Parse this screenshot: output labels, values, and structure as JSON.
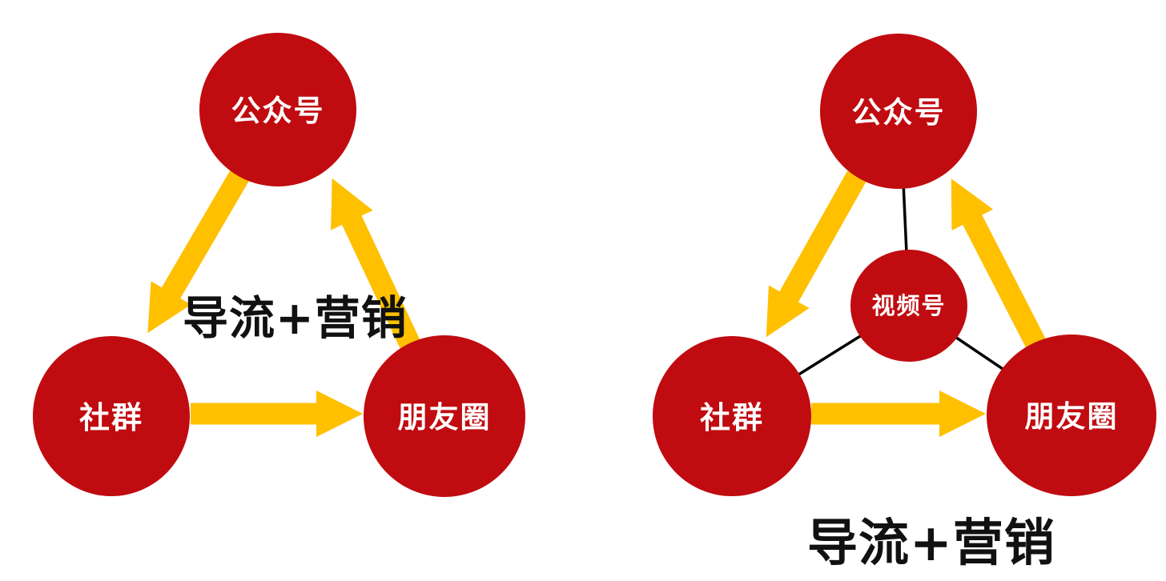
{
  "colors": {
    "node_red": "#c00b10",
    "arrow_yellow": "#ffc000",
    "connector_black": "#000000",
    "label_white": "#ffffff",
    "caption_black": "#111111"
  },
  "diagram_left": {
    "caption": "导流+营销",
    "nodes": {
      "gongzhonghao": {
        "label": "公众号"
      },
      "shequn": {
        "label": "社群"
      },
      "pengyouquan": {
        "label": "朋友圈"
      }
    },
    "arrows": [
      {
        "from": "gongzhonghao",
        "to": "shequn"
      },
      {
        "from": "shequn",
        "to": "pengyouquan"
      },
      {
        "from": "pengyouquan",
        "to": "gongzhonghao"
      }
    ]
  },
  "diagram_right": {
    "caption": "导流+营销",
    "nodes": {
      "gongzhonghao": {
        "label": "公众号"
      },
      "shipinhao": {
        "label": "视频号"
      },
      "shequn": {
        "label": "社群"
      },
      "pengyouquan": {
        "label": "朋友圈"
      }
    },
    "arrows": [
      {
        "from": "gongzhonghao",
        "to": "shequn"
      },
      {
        "from": "shequn",
        "to": "pengyouquan"
      },
      {
        "from": "pengyouquan",
        "to": "gongzhonghao"
      }
    ],
    "connectors": [
      {
        "from": "shipinhao",
        "to": "gongzhonghao"
      },
      {
        "from": "shipinhao",
        "to": "shequn"
      },
      {
        "from": "shipinhao",
        "to": "pengyouquan"
      }
    ]
  }
}
